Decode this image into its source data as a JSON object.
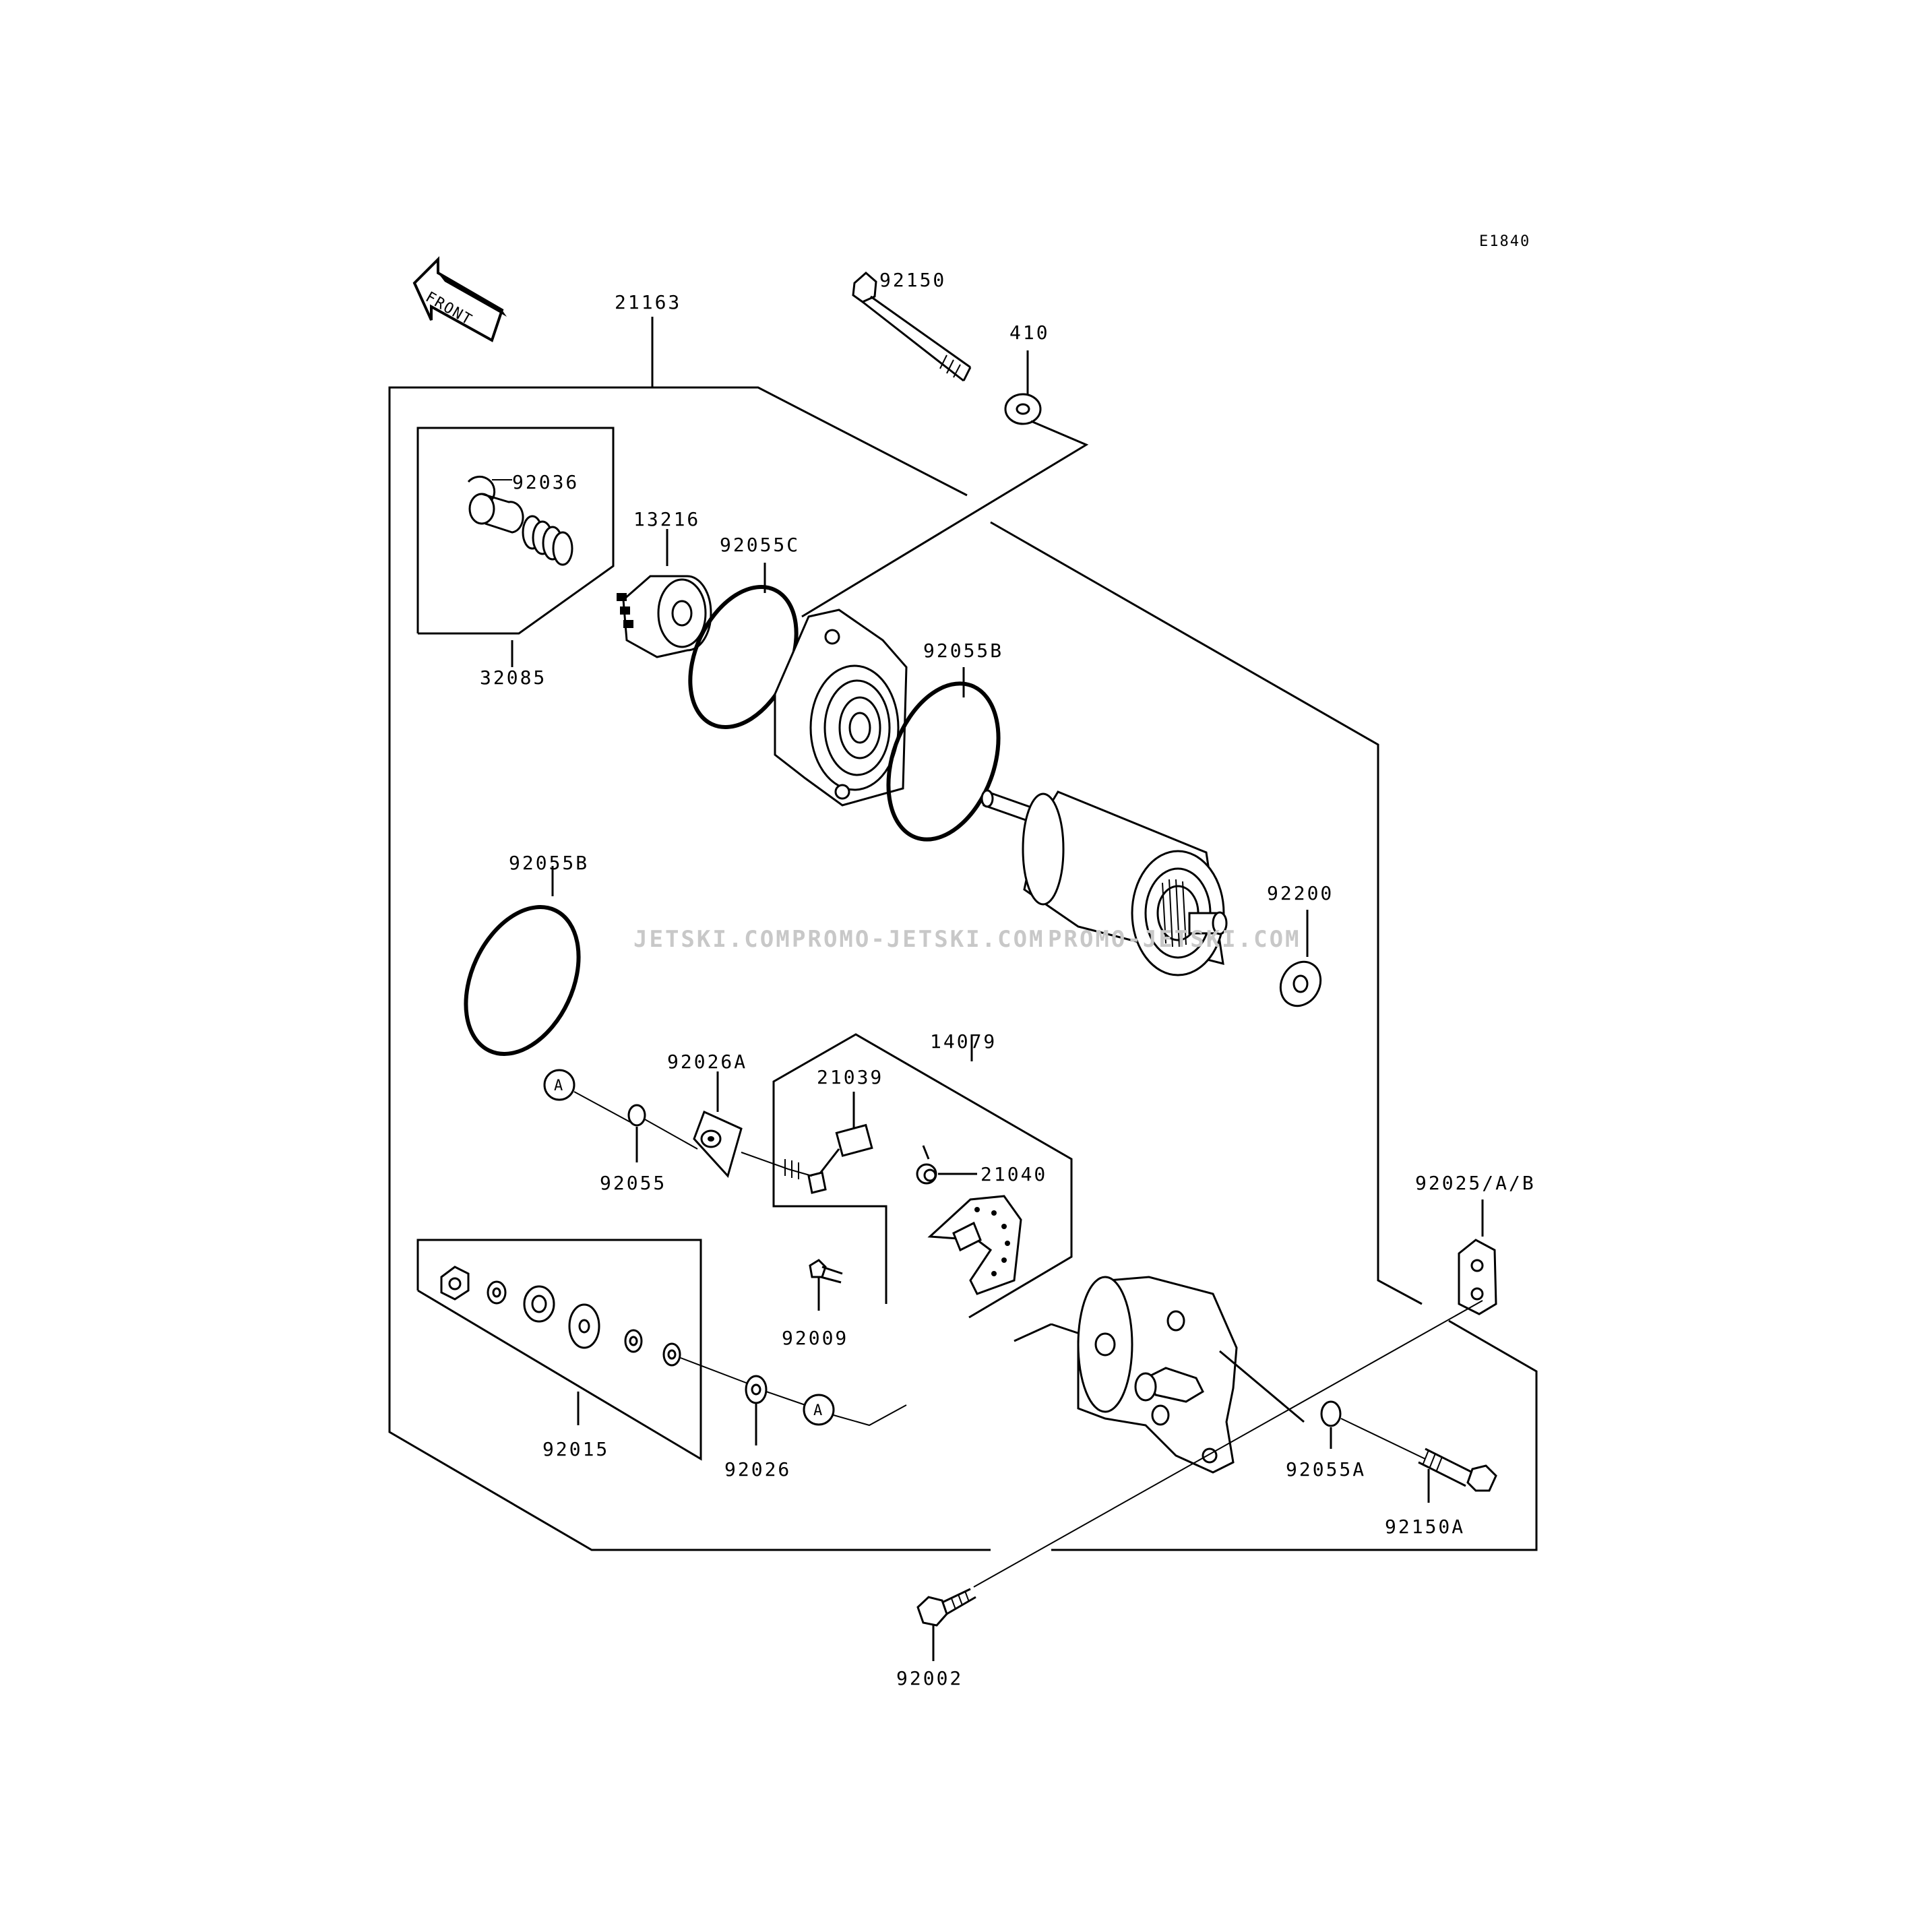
{
  "diagram_code": "E1840",
  "front_arrow_label": "FRONT",
  "callouts": {
    "c21163": "21163",
    "c92150": "92150",
    "c410": "410",
    "c92036": "92036",
    "c32085": "32085",
    "c13216": "13216",
    "c92055C": "92055C",
    "c92055B_top": "92055B",
    "c92055B_left": "92055B",
    "c92200": "92200",
    "c14079": "14079",
    "c92026A": "92026A",
    "c21039": "21039",
    "c21040": "21040",
    "c92055": "92055",
    "c92009": "92009",
    "c92015": "92015",
    "c92026": "92026",
    "c92025AB": "92025/A/B",
    "c92055A": "92055A",
    "c92150A": "92150A",
    "c92002": "92002",
    "ref_a1": "A",
    "ref_a2": "A"
  },
  "watermarks": [
    "JETSKI.COM",
    "PROMO-JETSKI.COM",
    "PROMO-JETSKI.COM"
  ]
}
